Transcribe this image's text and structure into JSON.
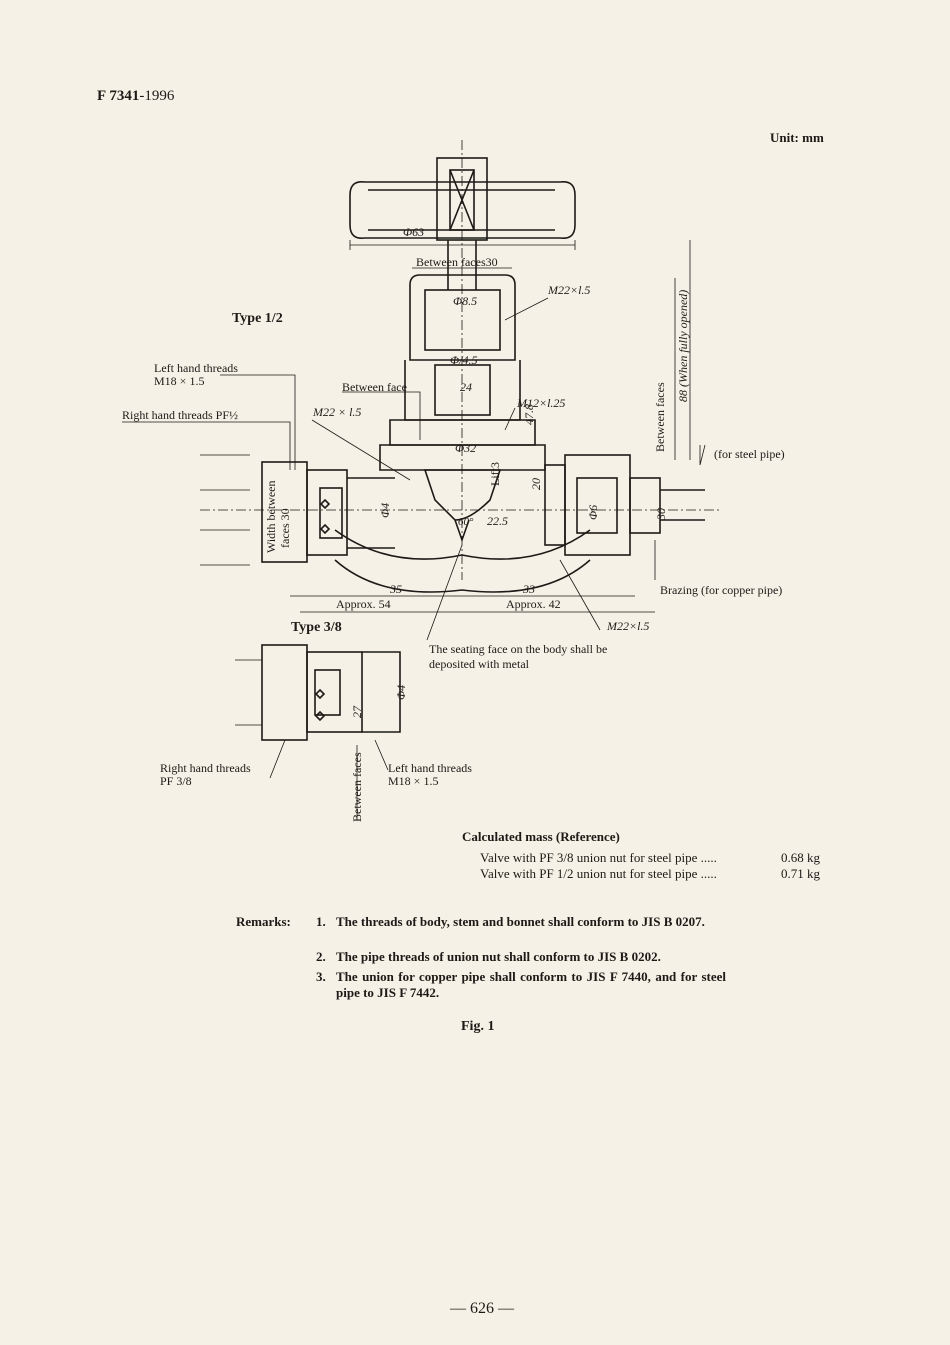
{
  "header": {
    "doc_id": "F 7341",
    "year": "-1996"
  },
  "unit_label": "Unit: mm",
  "labels": {
    "type_half": "Type 1/2",
    "type_three_eighths": "Type 3/8",
    "left_hand_threads_top": "Left hand threads",
    "left_hand_threads_top_size": "M18 × 1.5",
    "right_hand_threads_top": "Right hand threads PF½",
    "between_face": "Between face",
    "between_faces_30": "Between faces30",
    "m22_a": "M22×l.5",
    "m22_b": "M22 × l.5",
    "m22_c": "M22×l.5",
    "m12": "M12×l.25",
    "dia_63": "Φ63",
    "dia_8_5": "Φ8.5",
    "dia_4_5": "Φ/4.5",
    "dia_32": "Φ32",
    "dim_24": "24",
    "dim_47_8": "47.8",
    "dim_88": "88 (When fully opened)",
    "between_faces_vertical": "Between faces",
    "lift_3": "Lift3",
    "dim_20": "20",
    "dim_22_5": "22.5",
    "angle_60": "60°",
    "dia_4": "Φ4",
    "dia_6": "Φ6",
    "dim_30": "30",
    "width_between_faces": "Width between",
    "faces_30": "faces 30",
    "for_steel_pipe": "(for steel pipe)",
    "brazing": "Brazing (for copper pipe)",
    "dim_35": "35",
    "dim_33": "33",
    "approx_54": "Approx. 54",
    "approx_42": "Approx. 42",
    "seating_face_1": "The seating face on the body shall be",
    "seating_face_2": "deposited with metal",
    "right_hand_threads_bottom": "Right hand threads",
    "right_hand_threads_bottom_size": "PF 3/8",
    "left_hand_threads_bottom": "Left hand threads",
    "left_hand_threads_bottom_size": "M18 × 1.5",
    "between_faces_bottom": "Between faces",
    "dia_4_bottom": "Φ4",
    "dim_27": "27"
  },
  "mass": {
    "title": "Calculated mass (Reference)",
    "rows": [
      {
        "label": "Valve with PF 3/8 union nut for steel pipe  .....",
        "value": "0.68 kg"
      },
      {
        "label": "Valve with PF 1/2 union nut for steel pipe  .....",
        "value": "0.71 kg"
      }
    ]
  },
  "remarks": {
    "label": "Remarks:",
    "items": [
      {
        "n": "1.",
        "text": "The threads of body, stem and bonnet shall conform to JIS B 0207."
      },
      {
        "n": "2.",
        "text": "The pipe threads of union nut shall conform to JIS B 0202."
      },
      {
        "n": "3.",
        "text": "The union for copper pipe shall conform to JIS F 7440, and for steel pipe to JIS F 7442."
      }
    ]
  },
  "figure_caption": "Fig. 1",
  "page_number": "— 626 —",
  "colors": {
    "paper": "#f5f1e6",
    "ink": "#1d1a17",
    "bleed": "#d3cebf"
  }
}
